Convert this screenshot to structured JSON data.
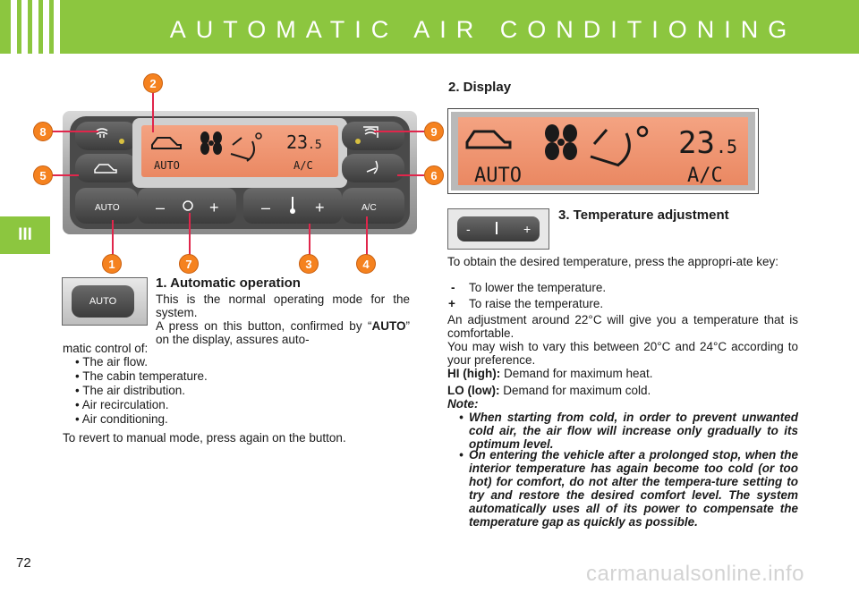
{
  "header": {
    "title": "AUTOMATIC AIR CONDITIONING",
    "color": "#8cc63f"
  },
  "side_tab": {
    "label": "III"
  },
  "panel": {
    "display_temp": "23",
    "display_temp_decimal": ".5",
    "display_mode": "AUTO",
    "display_ac": "A/C",
    "auto_button": "AUTO",
    "ac_button": "A/C",
    "minus": "–",
    "plus": "+"
  },
  "callouts": [
    "1",
    "2",
    "3",
    "4",
    "5",
    "6",
    "7",
    "8",
    "9"
  ],
  "section1": {
    "heading": "1. Automatic operation",
    "button_label": "AUTO",
    "para1": "This is the normal operating mode for the system.",
    "para2_a": "A press on this button, confirmed by “",
    "para2_bold": "AUTO",
    "para2_b": "” on the display, assures auto-",
    "para2_c": "matic control of:",
    "bullets": [
      "• The air flow.",
      "• The cabin temperature.",
      "• The air distribution.",
      "• Air recirculation.",
      "• Air conditioning."
    ],
    "revert": "To revert to manual mode, press again on the button."
  },
  "section2": {
    "heading": "2. Display"
  },
  "section3": {
    "heading": "3. Temperature adjustment",
    "intro": "To obtain the desired temperature, press the appropri-ate key:",
    "minus_key": "-",
    "minus_text": "To lower the temperature.",
    "plus_key": "+",
    "plus_text": "To raise the temperature.",
    "adjust": "An adjustment around 22°C will give you a temperature that is comfortable.",
    "vary": "You may wish to vary this between 20°C and 24°C according to your preference.",
    "hi_label": "HI (high):",
    "hi_text": "Demand for maximum heat.",
    "lo_label": "LO (low):",
    "lo_text": "Demand for maximum cold.",
    "note_label": "Note:",
    "note1_bullet": "•",
    "note1": "When starting from cold, in order to prevent unwanted cold air, the air flow will increase only gradually to its optimum level.",
    "note2_bullet": "•",
    "note2": "On entering the vehicle after a prolonged stop, when the interior temperature has again become too cold (or too hot) for comfort, do not alter the tempera-ture setting to try and restore the desired comfort level. The system automatically uses all of its power to compensate the temperature gap as quickly as possible."
  },
  "page_number": "72",
  "watermark": "carmanualsonline.info"
}
